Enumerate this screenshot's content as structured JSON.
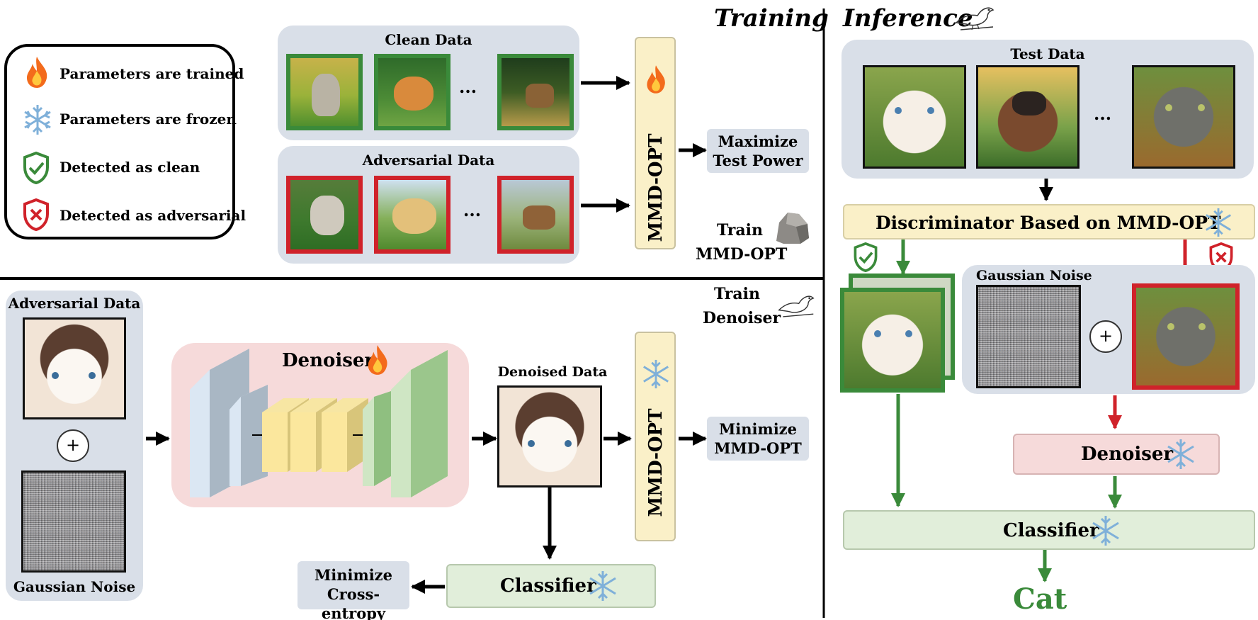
{
  "sections": {
    "training_title": "Training",
    "inference_title": "Inference"
  },
  "legend": {
    "trained": "Parameters are trained",
    "frozen": "Parameters are frozen",
    "clean": "Detected as clean",
    "adversarial": "Detected as adversarial"
  },
  "training": {
    "clean_data": "Clean Data",
    "adversarial_data": "Adversarial Data",
    "ellipsis": "...",
    "mmd_opt": "MMD-OPT",
    "maximize_line1": "Maximize",
    "maximize_line2": "Test Power",
    "train_line1": "Train",
    "train_line2": "MMD-OPT"
  },
  "denoiser_training": {
    "adversarial_data": "Adversarial Data",
    "plus": "+",
    "gaussian_noise": "Gaussian Noise",
    "denoiser": "Denoiser",
    "denoised_data": "Denoised Data",
    "mmd_opt": "MMD-OPT",
    "minimize_mmd_line1": "Minimize",
    "minimize_mmd_line2": "MMD-OPT",
    "train_line1": "Train",
    "train_line2": "Denoiser",
    "classifier": "Classifier",
    "minimize_ce_line1": "Minimize",
    "minimize_ce_line2": "Cross-entropy"
  },
  "inference": {
    "test_data": "Test Data",
    "ellipsis": "...",
    "discriminator": "Discriminator Based on MMD-OPT",
    "gaussian_noise": "Gaussian Noise",
    "plus": "+",
    "denoiser": "Denoiser",
    "classifier": "Classifier",
    "output": "Cat"
  },
  "colors": {
    "clean_green": "#3a8a3a",
    "adversarial_red": "#d0222a",
    "panel_blue": "#d9dfe8",
    "mmd_yellow": "#faf0c8",
    "denoiser_pink": "#f6dada",
    "classifier_green": "#e1eeda"
  }
}
